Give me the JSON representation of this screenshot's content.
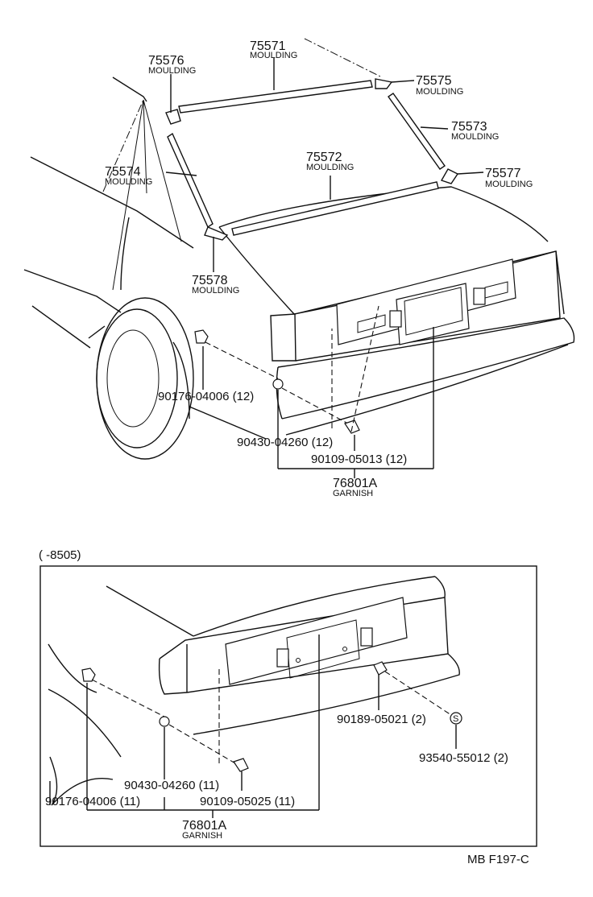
{
  "top": {
    "mouldings": [
      {
        "number": "75571",
        "name": "MOULDING"
      },
      {
        "number": "75576",
        "name": "MOULDING"
      },
      {
        "number": "75575",
        "name": "MOULDING"
      },
      {
        "number": "75573",
        "name": "MOULDING"
      },
      {
        "number": "75572",
        "name": "MOULDING"
      },
      {
        "number": "75574",
        "name": "MOULDING"
      },
      {
        "number": "75577",
        "name": "MOULDING"
      },
      {
        "number": "75578",
        "name": "MOULDING"
      }
    ],
    "parts": [
      {
        "label": "90176-04006 (12)"
      },
      {
        "label": "90430-04260 (12)"
      },
      {
        "label": "90109-05013 (12)"
      }
    ],
    "garnish": {
      "number": "76801A",
      "name": "GARNISH"
    }
  },
  "bottom": {
    "range_label": "(       -8505)",
    "parts": [
      {
        "label": "90189-05021 (2)"
      },
      {
        "label": "93540-55012 (2)"
      },
      {
        "label": "90430-04260 (11)"
      },
      {
        "label": "90176-04006 (11)"
      },
      {
        "label": "90109-05025 (11)"
      }
    ],
    "garnish": {
      "number": "76801A",
      "name": "GARNISH"
    }
  },
  "footer_code": "MB F197-C",
  "symbols": {
    "s_mark": "S"
  }
}
